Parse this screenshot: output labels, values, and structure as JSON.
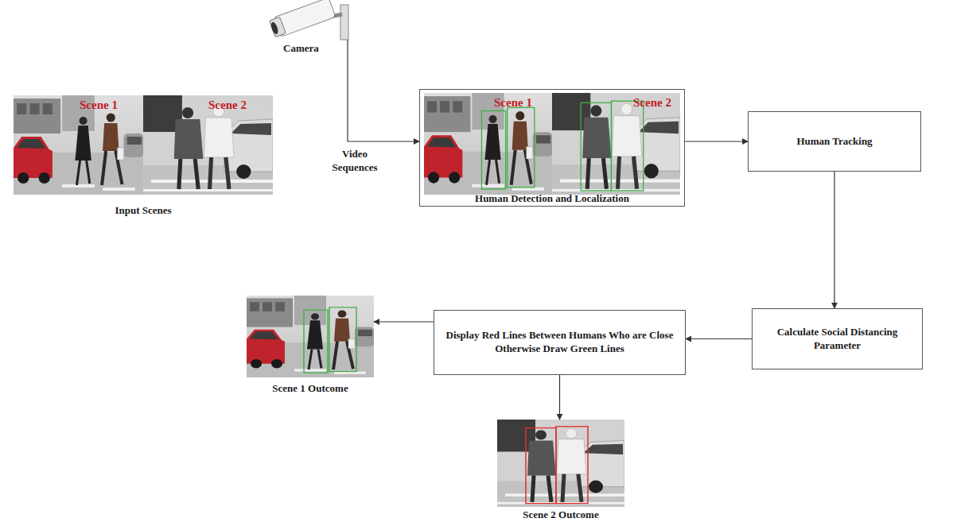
{
  "diagram": {
    "nodes": [
      {
        "text": [
          "Camera"
        ]
      },
      {
        "text": [
          "Scene 1",
          "Scene 2",
          "Input Scenes"
        ]
      },
      {
        "text": [
          "Scene 1",
          "Scene 2",
          "Human Detection and Localization"
        ]
      },
      {
        "text": [
          "Human Tracking"
        ]
      },
      {
        "text": [
          "Calculate Social Distancing Parameter"
        ]
      },
      {
        "text": [
          "Display Red Lines Between Humans Who are Close Otherwise Draw Green Lines"
        ]
      },
      {
        "text": [
          "Scene 1 Outcome"
        ]
      },
      {
        "text": [
          "Scene 2 Outcome"
        ]
      }
    ],
    "edges": [
      {
        "from": 0,
        "to": 2,
        "arrow": "to",
        "label": "Video Sequences"
      },
      {
        "from": 2,
        "to": 3,
        "arrow": "to"
      },
      {
        "from": 3,
        "to": 4,
        "arrow": "to"
      },
      {
        "from": 4,
        "to": 5,
        "arrow": "to"
      },
      {
        "from": 5,
        "to": 6,
        "arrow": "to"
      },
      {
        "from": 5,
        "to": 7,
        "arrow": "to"
      }
    ]
  }
}
